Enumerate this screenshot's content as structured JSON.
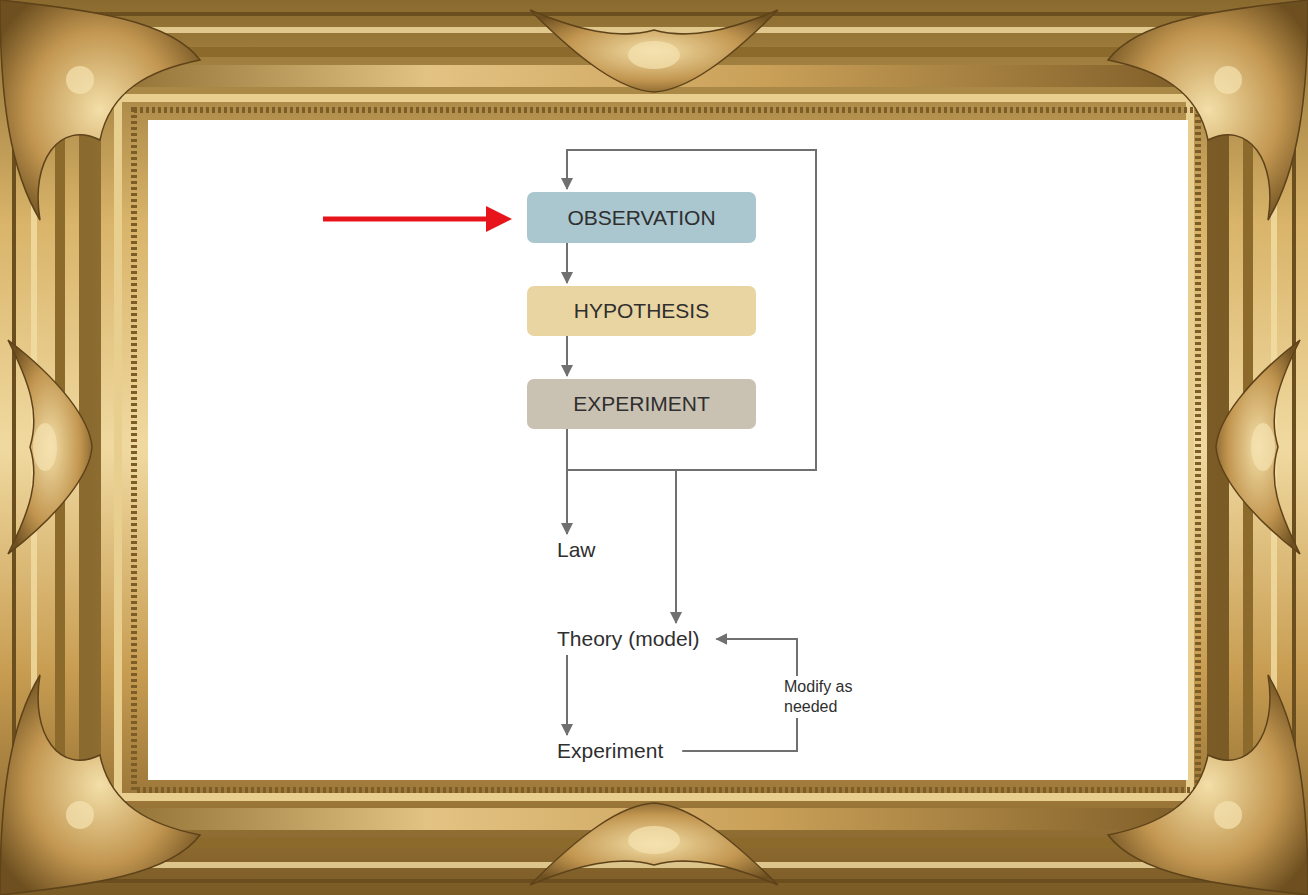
{
  "diagram": {
    "nodes": [
      {
        "text": [
          "OBSERVATION"
        ]
      },
      {
        "text": [
          "HYPOTHESIS"
        ]
      },
      {
        "text": [
          "EXPERIMENT"
        ]
      },
      {
        "text": [
          "Law"
        ]
      },
      {
        "text": [
          "Theory (model)"
        ]
      },
      {
        "text": [
          "Experiment"
        ]
      }
    ],
    "edges": [
      {
        "from": 0,
        "to": 1,
        "arrow": "to"
      },
      {
        "from": 1,
        "to": 2,
        "arrow": "to"
      },
      {
        "from": 2,
        "to": 0,
        "arrow": "to"
      },
      {
        "from": 2,
        "to": 3,
        "arrow": "to"
      },
      {
        "from": 2,
        "to": 4,
        "arrow": "to"
      },
      {
        "from": 4,
        "to": 5,
        "arrow": "to"
      },
      {
        "from": 5,
        "to": 4,
        "label": "Modify as needed",
        "arrow": "to"
      }
    ]
  }
}
